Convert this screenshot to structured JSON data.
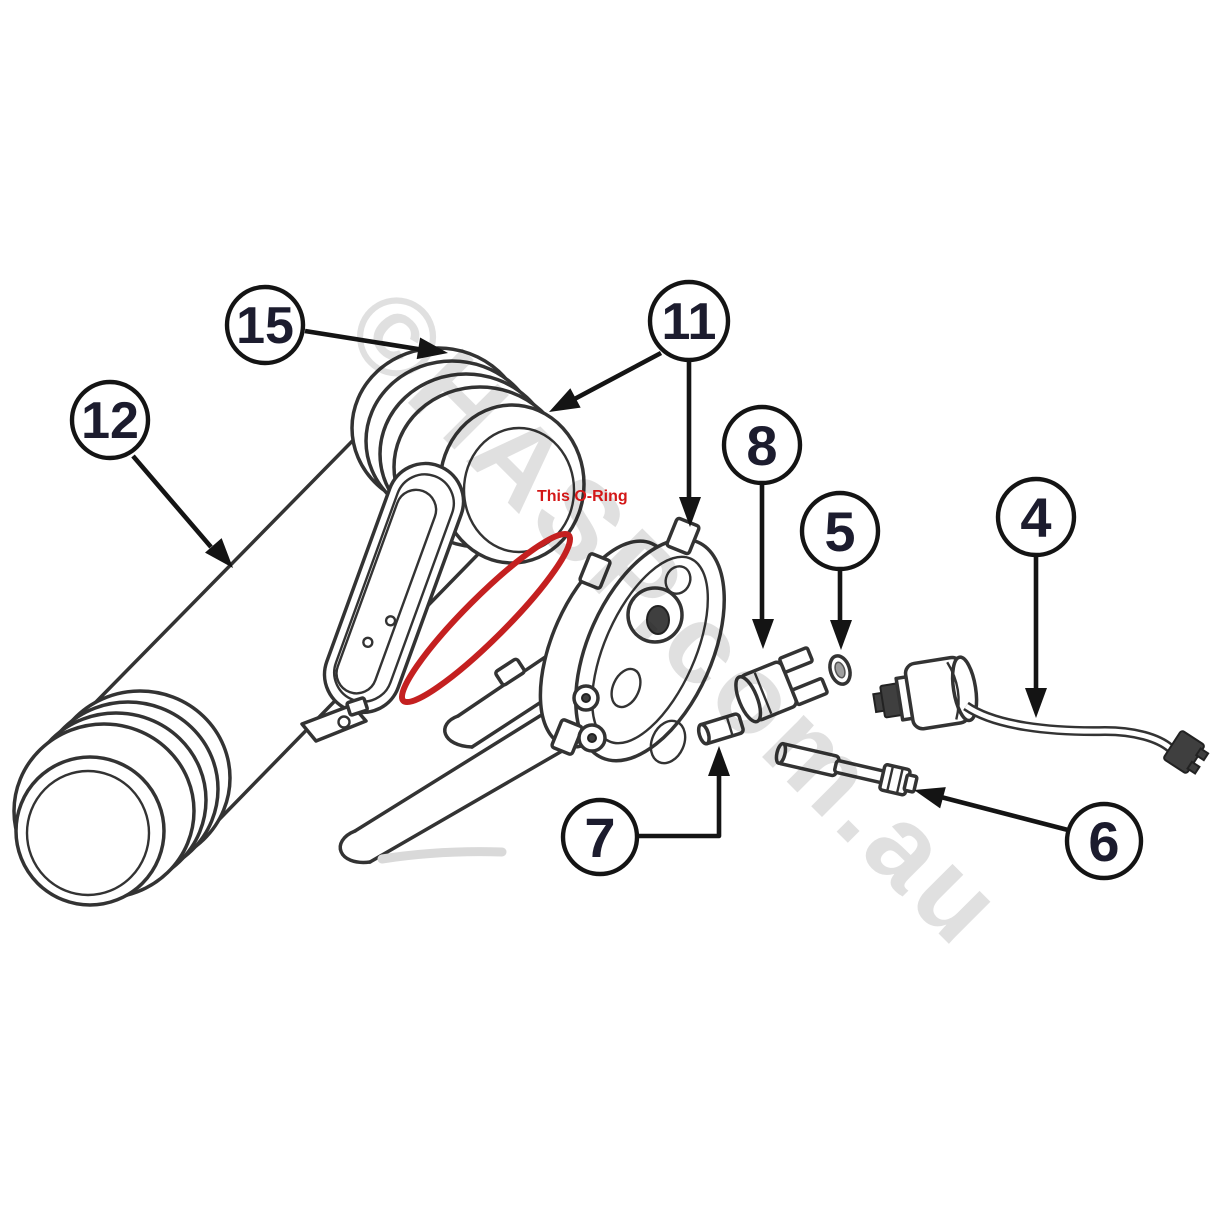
{
  "figure": {
    "watermark": "©HASP.com.au",
    "oring_note": "This O-Ring",
    "callouts": [
      {
        "label": "15"
      },
      {
        "label": "12"
      },
      {
        "label": "11"
      },
      {
        "label": "8"
      },
      {
        "label": "5"
      },
      {
        "label": "4"
      },
      {
        "label": "7"
      },
      {
        "label": "6"
      }
    ],
    "colors": {
      "line": "#333333",
      "red": "#c42020",
      "redlabel": "#d31717",
      "dark": "#3f3f3f"
    }
  }
}
